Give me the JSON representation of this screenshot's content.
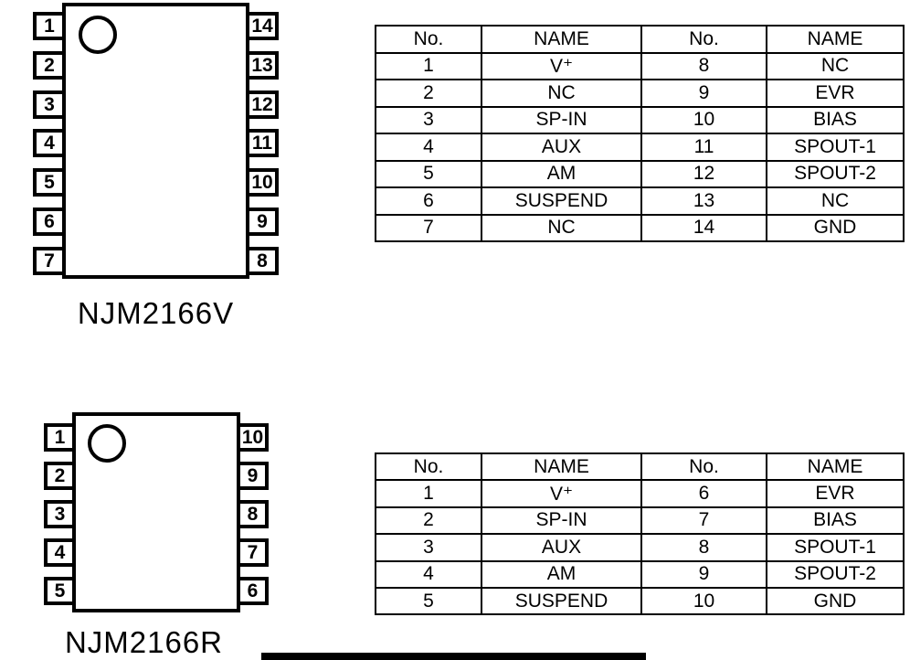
{
  "top_ic": {
    "label": "NJM2166V",
    "left_pins": [
      "1",
      "2",
      "3",
      "4",
      "5",
      "6",
      "7"
    ],
    "right_pins": [
      "14",
      "13",
      "12",
      "11",
      "10",
      "9",
      "8"
    ]
  },
  "bottom_ic": {
    "label": "NJM2166R",
    "left_pins": [
      "1",
      "2",
      "3",
      "4",
      "5"
    ],
    "right_pins": [
      "10",
      "9",
      "8",
      "7",
      "6"
    ]
  },
  "top_table": {
    "headers": [
      "No.",
      "NAME",
      "No.",
      "NAME"
    ],
    "rows": [
      [
        "1",
        "V⁺",
        "8",
        "NC"
      ],
      [
        "2",
        "NC",
        "9",
        "EVR"
      ],
      [
        "3",
        "SP-IN",
        "10",
        "BIAS"
      ],
      [
        "4",
        "AUX",
        "11",
        "SPOUT-1"
      ],
      [
        "5",
        "AM",
        "12",
        "SPOUT-2"
      ],
      [
        "6",
        "SUSPEND",
        "13",
        "NC"
      ],
      [
        "7",
        "NC",
        "14",
        "GND"
      ]
    ]
  },
  "bottom_table": {
    "headers": [
      "No.",
      "NAME",
      "No.",
      "NAME"
    ],
    "rows": [
      [
        "1",
        "V⁺",
        "6",
        "EVR"
      ],
      [
        "2",
        "SP-IN",
        "7",
        "BIAS"
      ],
      [
        "3",
        "AUX",
        "8",
        "SPOUT-1"
      ],
      [
        "4",
        "AM",
        "9",
        "SPOUT-2"
      ],
      [
        "5",
        "SUSPEND",
        "10",
        "GND"
      ]
    ]
  },
  "colors": {
    "ink": "#000000",
    "paper": "#ffffff"
  }
}
